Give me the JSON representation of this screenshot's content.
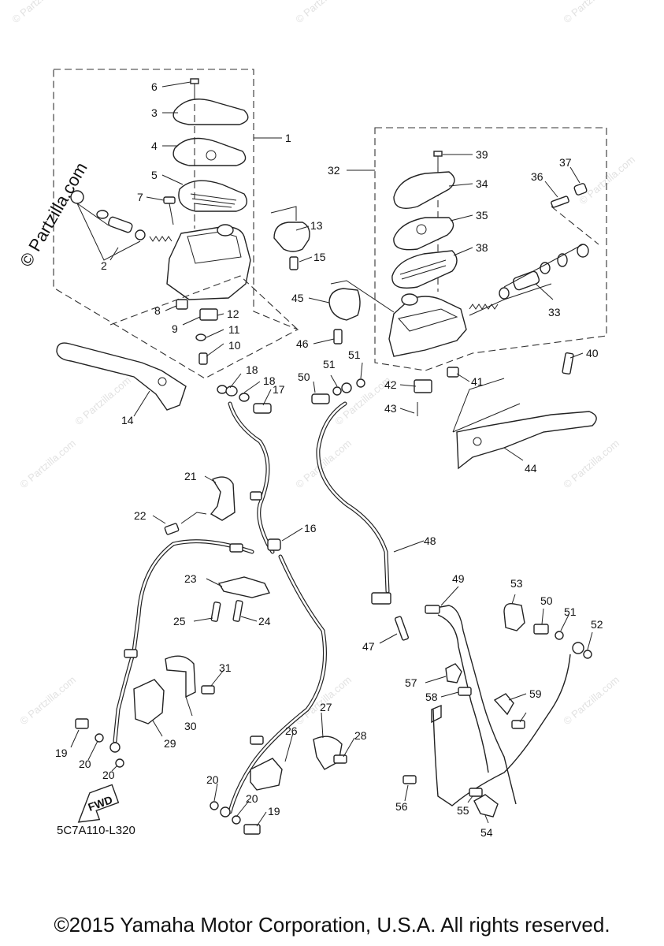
{
  "watermark": {
    "brand": "© Partzilla.com",
    "tile": "© Partzilla.com"
  },
  "diagram_code": "5C7A110-L320",
  "footer": "©2015 Yamaha Motor Corporation, U.S.A. All rights reserved.",
  "fwd_label": "FWD",
  "callouts": [
    "1",
    "2",
    "3",
    "4",
    "5",
    "6",
    "7",
    "8",
    "9",
    "10",
    "11",
    "12",
    "13",
    "14",
    "15",
    "16",
    "17",
    "18",
    "18",
    "19",
    "19",
    "20",
    "20",
    "20",
    "20",
    "21",
    "22",
    "23",
    "24",
    "25",
    "26",
    "27",
    "28",
    "29",
    "30",
    "31",
    "32",
    "33",
    "34",
    "35",
    "36",
    "37",
    "38",
    "39",
    "40",
    "41",
    "42",
    "43",
    "44",
    "45",
    "46",
    "47",
    "48",
    "49",
    "50",
    "50",
    "51",
    "51",
    "51",
    "52",
    "53",
    "54",
    "55",
    "56",
    "57",
    "58",
    "59"
  ]
}
